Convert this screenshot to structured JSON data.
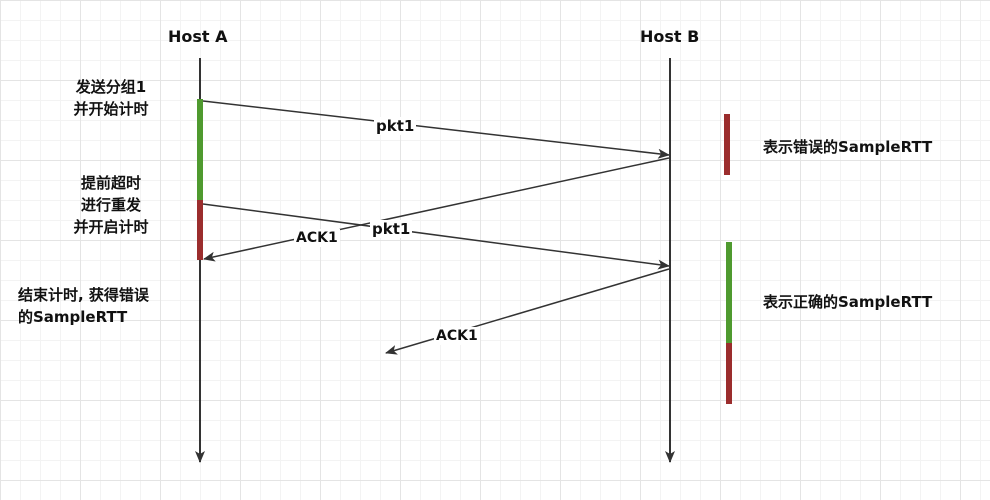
{
  "hosts": {
    "a": "Host A",
    "b": "Host B"
  },
  "notes": {
    "send": [
      "发送分组1",
      "并开始计时"
    ],
    "timeout": [
      "提前超时",
      "进行重发",
      "并开启计时"
    ],
    "result": [
      "结束计时, 获得错误",
      "的SampleRTT"
    ]
  },
  "messages": {
    "pkt1_first": "pkt1",
    "pkt1_resend": "pkt1",
    "ack1_first": "ACK1",
    "ack1_second": "ACK1"
  },
  "legend": {
    "wrong": "表示错误的SampleRTT",
    "correct": "表示正确的SampleRTT"
  },
  "colors": {
    "green": "#4f9a2f",
    "red": "#9b2d2d",
    "line": "#333333"
  }
}
